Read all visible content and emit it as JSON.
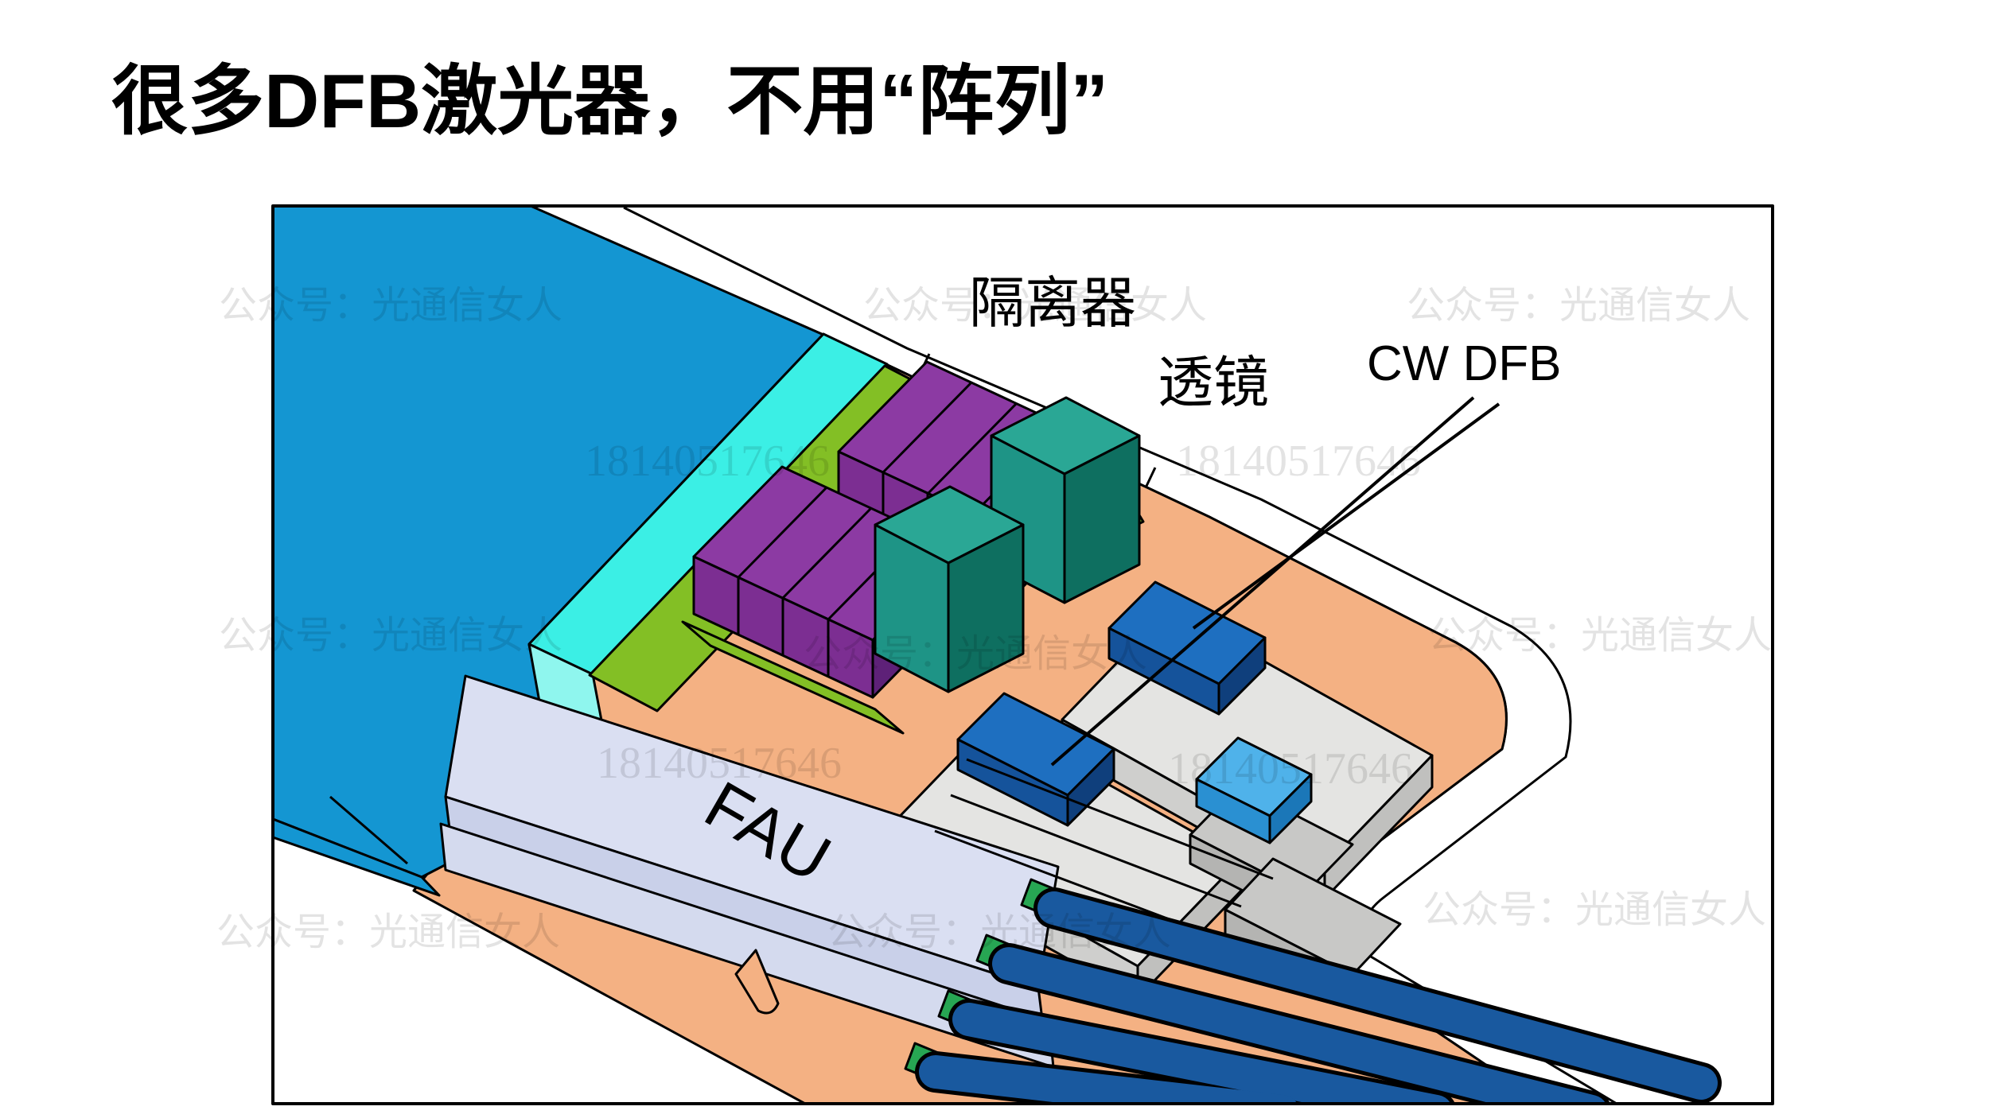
{
  "title": "很多DFB激光器，不用“阵列”",
  "diagram": {
    "labels": {
      "isolator": "隔离器",
      "lens": "透镜",
      "laser": "CW DFB",
      "fau": "FAU"
    },
    "components": [
      {
        "name": "pic-chip",
        "color": "#1496D2"
      },
      {
        "name": "spacer-block",
        "color": "#3BEFE5"
      },
      {
        "name": "isolator-blocks",
        "color": "#7C2E92"
      },
      {
        "name": "lens-blocks",
        "color": "#1E9486"
      },
      {
        "name": "mount-platform",
        "color": "#83BF25"
      },
      {
        "name": "substrate",
        "color": "#F4B183"
      },
      {
        "name": "cw-dfb-chips",
        "color": "#1E6FC0"
      },
      {
        "name": "monitor-chip",
        "color": "#4FB2EA"
      },
      {
        "name": "submounts",
        "color": "#E4E4E2"
      },
      {
        "name": "fau-block",
        "color": "#DADFF2"
      },
      {
        "name": "fibers",
        "color": "#19599F"
      },
      {
        "name": "fiber-tips",
        "color": "#27A653"
      }
    ]
  },
  "watermarks": {
    "account": "公众号：光通信女人",
    "phone": "18140517646"
  },
  "colors": {
    "background": "#FFFFFF",
    "frame_stroke": "#000000",
    "pic_blue": "#1496D2",
    "cyan_top": "#3BEFE5",
    "cyan_side": "#8FF6EE",
    "purple_front": "#7C2E92",
    "purple_top": "#8C3AA3",
    "purple_side": "#5E2178",
    "green_platform": "#83BF25",
    "teal_top": "#2AA795",
    "teal_front": "#1E9486",
    "teal_side": "#0E6F60",
    "substrate_orange": "#F4B183",
    "gray_top": "#E4E4E2",
    "gray_front": "#CFCFCD",
    "chip_blue_top": "#1E6FC0",
    "chip_blue_front": "#15539B",
    "light_chip_top": "#4FB2EA",
    "light_chip_front": "#2A90D2",
    "fau_top": "#DADFF2",
    "fau_front": "#C9D0E9",
    "fiber_blue": "#19599F",
    "fiber_tip_green": "#27A653"
  }
}
